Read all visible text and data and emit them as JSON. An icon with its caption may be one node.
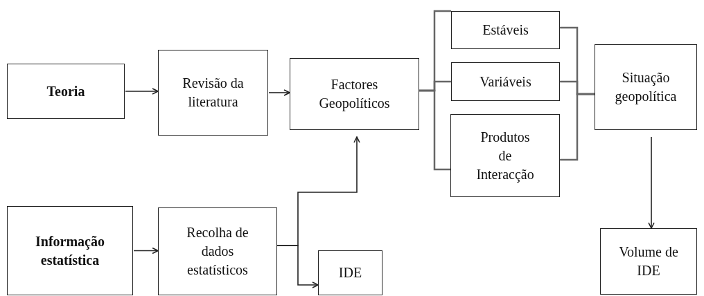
{
  "diagram": {
    "nodes": [
      {
        "text": [
          "Teoria"
        ]
      },
      {
        "text": [
          "Revisão da literatura"
        ]
      },
      {
        "text": [
          "Factores Geopolíticos"
        ]
      },
      {
        "text": [
          "Estáveis"
        ]
      },
      {
        "text": [
          "Variáveis"
        ]
      },
      {
        "text": [
          "Produtos de Interacção"
        ]
      },
      {
        "text": [
          "Situação geopolítica"
        ]
      },
      {
        "text": [
          "Volume de IDE"
        ]
      },
      {
        "text": [
          "Informação estatística"
        ]
      },
      {
        "text": [
          "Recolha de dados estatísticos"
        ]
      },
      {
        "text": [
          "IDE"
        ]
      }
    ],
    "edges": [
      {
        "from": 0,
        "to": 1,
        "arrow": "to"
      },
      {
        "from": 1,
        "to": 2,
        "arrow": "to"
      },
      {
        "from": 2,
        "to": 3,
        "arrow": "none"
      },
      {
        "from": 2,
        "to": 4,
        "arrow": "none"
      },
      {
        "from": 2,
        "to": 5,
        "arrow": "none"
      },
      {
        "from": 3,
        "to": 6,
        "arrow": "none"
      },
      {
        "from": 4,
        "to": 6,
        "arrow": "none"
      },
      {
        "from": 5,
        "to": 6,
        "arrow": "none"
      },
      {
        "from": 6,
        "to": 7,
        "arrow": "to"
      },
      {
        "from": 8,
        "to": 9,
        "arrow": "to"
      },
      {
        "from": 9,
        "to": 2,
        "arrow": "to"
      },
      {
        "from": 9,
        "to": 10,
        "arrow": "to"
      }
    ]
  }
}
